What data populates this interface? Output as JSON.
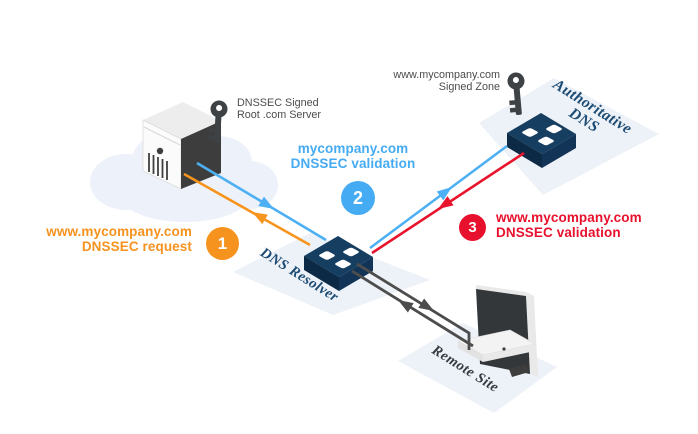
{
  "diagram": {
    "nodes": {
      "root_server": {
        "caption_line1": "DNSSEC Signed",
        "caption_line2": "Root .com Server"
      },
      "authoritative_dns": {
        "name_line1": "Authoritative",
        "name_line2": "DNS",
        "caption_line1": "www.mycompany.com",
        "caption_line2": "Signed Zone"
      },
      "dns_resolver": {
        "name": "DNS Resolver"
      },
      "remote_site": {
        "name": "Remote Site"
      }
    },
    "steps": [
      {
        "number": "1",
        "label_line1": "www.mycompany.com",
        "label_line2": "DNSSEC request",
        "color": "#f6921e"
      },
      {
        "number": "2",
        "label_line1": "mycompany.com",
        "label_line2": "DNSSEC validation",
        "color": "#45abf2"
      },
      {
        "number": "3",
        "label_line1": "www.mycompany.com",
        "label_line2": "DNSSEC validation",
        "color": "#e8112d"
      }
    ],
    "colors": {
      "request_orange": "#f6921e",
      "validation_blue": "#4db0f4",
      "validation_red": "#e8142e",
      "device_navy": "#153e61",
      "iso_plane": "#edf1f8",
      "cloud": "#edf2fa",
      "link_dark": "#4d4d4d",
      "label_navy": "#1c4b74"
    },
    "icons": [
      "cloud",
      "server-icon",
      "key-icon",
      "dns-appliance-icon",
      "monitor-icon",
      "arrow"
    ]
  }
}
